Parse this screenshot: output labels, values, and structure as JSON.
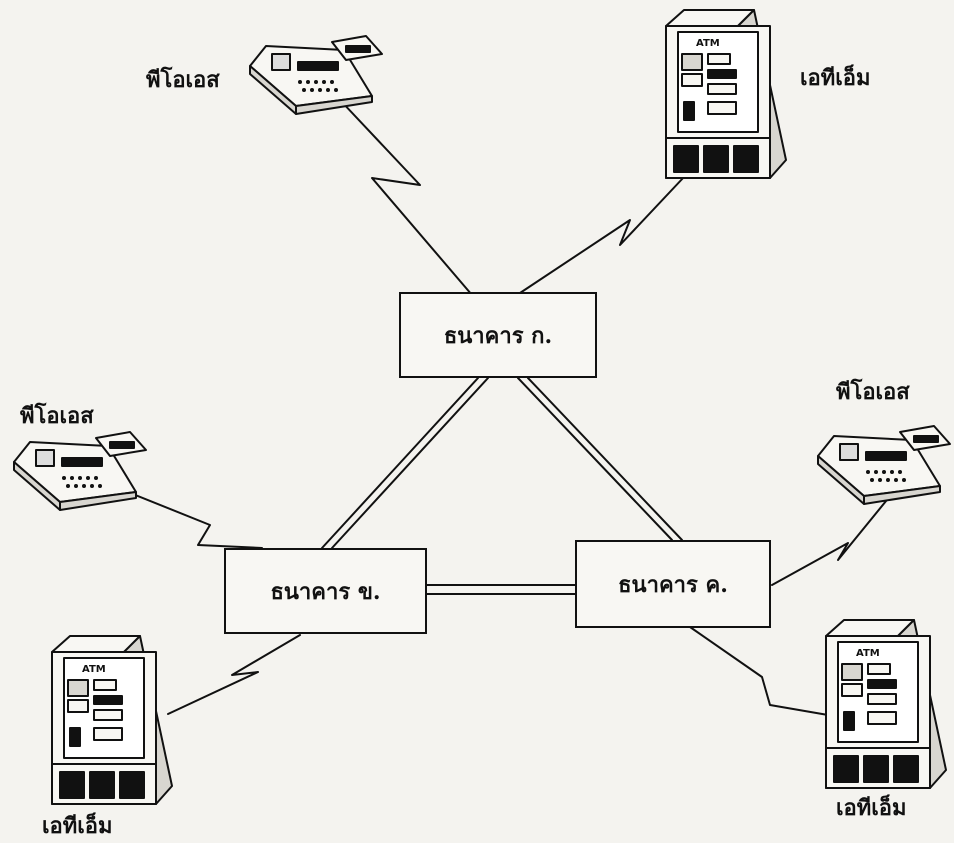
{
  "banks": {
    "a": {
      "label": "ธนาคาร ก."
    },
    "b": {
      "label": "ธนาคาร ข."
    },
    "c": {
      "label": "ธนาคาร ค."
    }
  },
  "devices": {
    "pos_top": {
      "label": "พีโอเอส"
    },
    "atm_top": {
      "label": "เอทีเอ็ม",
      "screen_text": "ATM"
    },
    "pos_left": {
      "label": "พีโอเอส"
    },
    "pos_right": {
      "label": "พีโอเอส"
    },
    "atm_bottom_left": {
      "label": "เอทีเอ็ม",
      "screen_text": "ATM"
    },
    "atm_bottom_right": {
      "label": "เอทีเอ็ม",
      "screen_text": "ATM"
    }
  },
  "colors": {
    "ink": "#111111",
    "paper": "#f4f3ef"
  }
}
